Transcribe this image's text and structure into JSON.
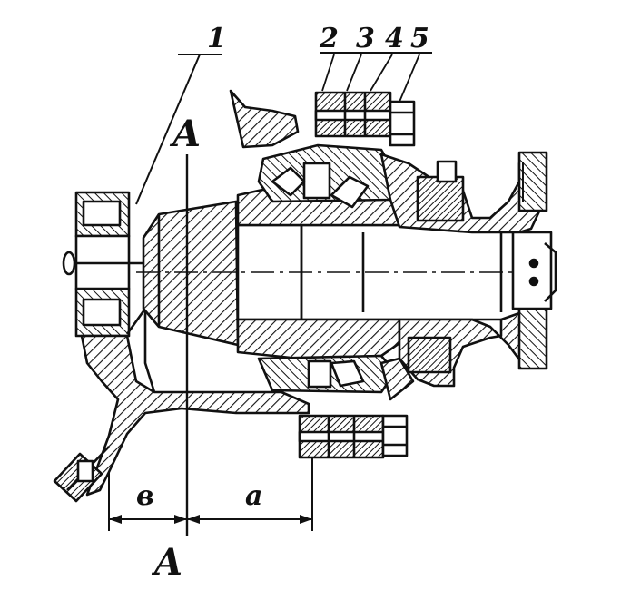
{
  "figure": {
    "part_labels": [
      "1",
      "2",
      "3",
      "4",
      "5"
    ],
    "section_label_top": "A",
    "section_label_bottom": "A",
    "dimension_b": "в",
    "dimension_a": "a"
  },
  "colors": {
    "ink": "#111111",
    "paper": "#ffffff"
  }
}
